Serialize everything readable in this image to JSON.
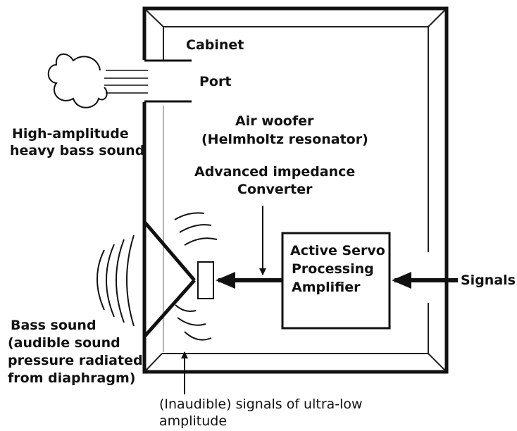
{
  "labels": {
    "cabinet": "Cabinet",
    "port": "Port",
    "high_amp_1": "High-amplitude",
    "high_amp_2": "heavy bass sound",
    "air_woofer_1": "Air woofer",
    "air_woofer_2": "(Helmholtz resonator)",
    "adv_imp_1": "Advanced impedance",
    "adv_imp_2": "Converter",
    "amp_1": "Active Servo",
    "amp_2": "Processing",
    "amp_3": "Amplifier",
    "signals": "Signals",
    "bass_1": "Bass sound",
    "bass_2": "(audible sound",
    "bass_3": "pressure radiated",
    "bass_4": "from diaphragm)",
    "inaudible_1": "(Inaudible) signals of ultra-low",
    "inaudible_2": "amplitude"
  },
  "colors": {
    "ink": "#111111",
    "background": "#ffffff"
  }
}
